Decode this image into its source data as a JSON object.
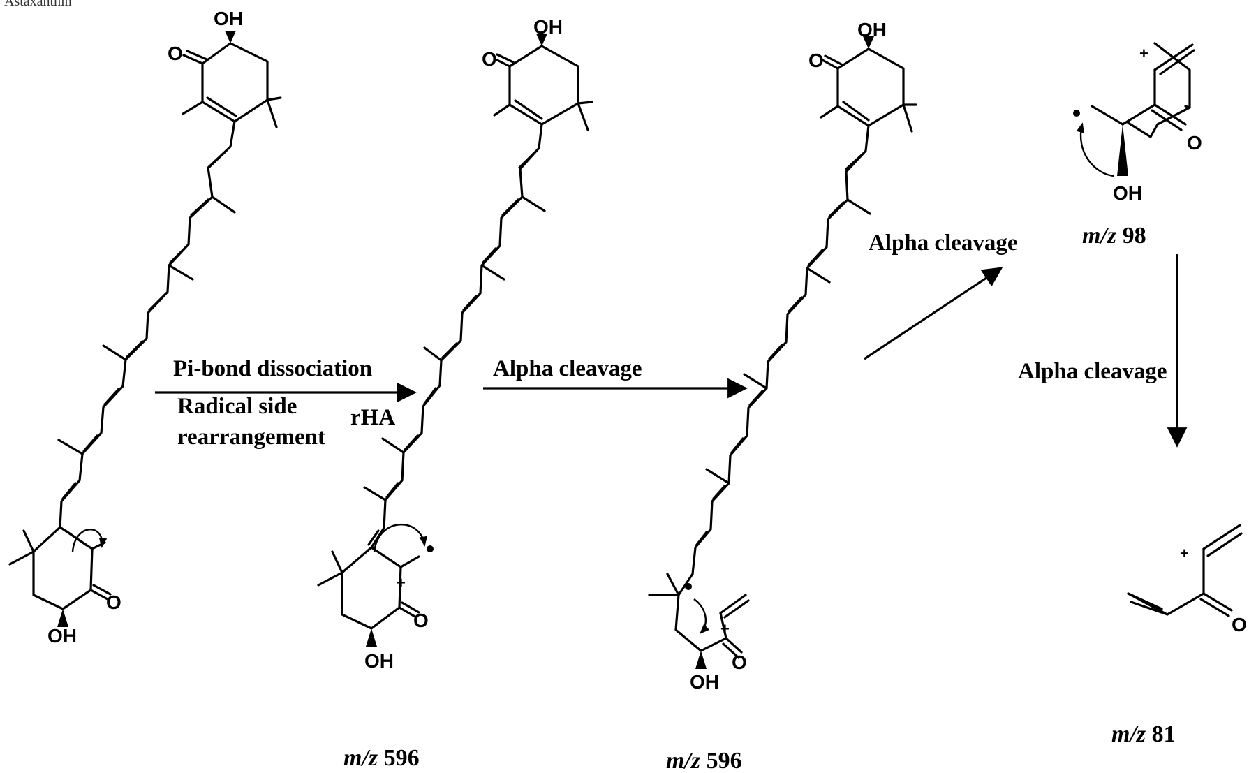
{
  "figure": {
    "compound_name": "Astaxanthin",
    "steps": {
      "step1_line1": "Pi-bond dissociation",
      "step1_line2": "Radical side",
      "step1_line3": "rearrangement",
      "step1_side": "rHA",
      "step2": "Alpha cleavage",
      "step3": "Alpha cleavage",
      "step4": "Alpha cleavage"
    },
    "atoms": {
      "oxygen": "O",
      "hydroxyl": "OH",
      "plus": "+"
    },
    "fragments": {
      "mz_prefix": "m/z",
      "frag1_mz": "596",
      "frag2_mz": "596",
      "frag3_mz": "98",
      "frag4_mz": "81"
    }
  }
}
